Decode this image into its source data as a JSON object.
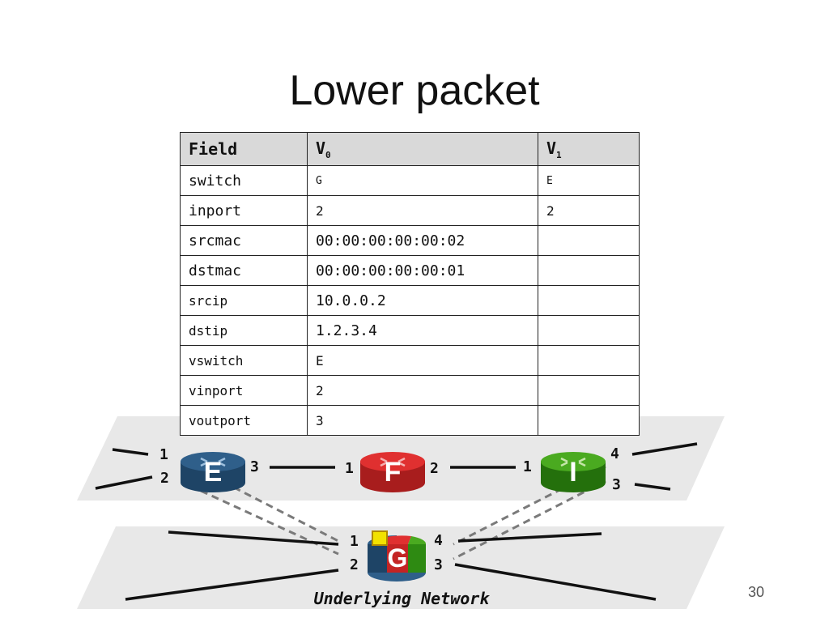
{
  "slide": {
    "title": "Lower packet",
    "page_number": "30"
  },
  "table": {
    "headers": [
      {
        "main": "Field",
        "sub": ""
      },
      {
        "main": "V",
        "sub": "0"
      },
      {
        "main": "V",
        "sub": "1"
      }
    ],
    "rows": [
      {
        "field": "switch",
        "v0": "G",
        "v1": "E"
      },
      {
        "field": "inport",
        "v0": "2",
        "v1": "2"
      },
      {
        "field": "srcmac",
        "v0": "00:00:00:00:00:02",
        "v1": ""
      },
      {
        "field": "dstmac",
        "v0": "00:00:00:00:00:01",
        "v1": ""
      },
      {
        "field": "srcip",
        "v0": "10.0.0.2",
        "v1": ""
      },
      {
        "field": "dstip",
        "v0": "1.2.3.4",
        "v1": ""
      },
      {
        "field": "vswitch",
        "v0": "E",
        "v1": ""
      },
      {
        "field": "vinport",
        "v0": "2",
        "v1": ""
      },
      {
        "field": "voutport",
        "v0": "3",
        "v1": ""
      }
    ]
  },
  "diagram": {
    "switches": {
      "E": {
        "label": "E",
        "color": "#2f5f8a"
      },
      "F": {
        "label": "F",
        "color": "#e03030"
      },
      "I": {
        "label": "I",
        "color": "#3a9a1a"
      },
      "G": {
        "label": "G",
        "colors": [
          "#2f5f8a",
          "#e03030",
          "#3a9a1a"
        ]
      }
    },
    "ports": {
      "e1": "1",
      "e2": "2",
      "e3": "3",
      "f1": "1",
      "f2": "2",
      "i1": "1",
      "i3": "3",
      "i4": "4",
      "g1": "1",
      "g2": "2",
      "g3": "3",
      "g4": "4"
    },
    "underlay_label": "Underlying Network",
    "packet_color": "#f2e200"
  }
}
